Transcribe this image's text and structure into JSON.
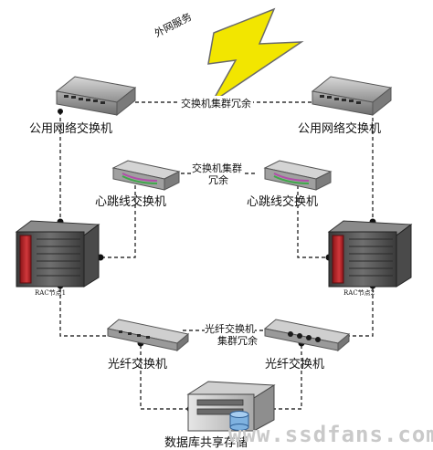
{
  "internet_label": "外网服务",
  "switch_cluster_label": "交换机集群冗余",
  "public_switch_left": "公用网络交换机",
  "public_switch_right": "公用网络交换机",
  "heartbeat_cluster_line1": "交换机集群",
  "heartbeat_cluster_line2": "冗余",
  "heartbeat_switch_left": "心跳线交换机",
  "heartbeat_switch_right": "心跳线交换机",
  "rac_node1": "RAC节点1",
  "rac_node2": "RAC节点2",
  "fiber_cluster_line1": "光纤交换机",
  "fiber_cluster_line2": "集群冗余",
  "fiber_switch_left": "光纤交换机",
  "fiber_switch_right": "光纤交换机",
  "storage_label": "数据库共享存储",
  "watermark": "www.ssdfans.com",
  "colors": {
    "lightning": "#f2e600",
    "server_red": "#b52024",
    "switch_gray": "#9a9a9a",
    "line": "#333333"
  }
}
